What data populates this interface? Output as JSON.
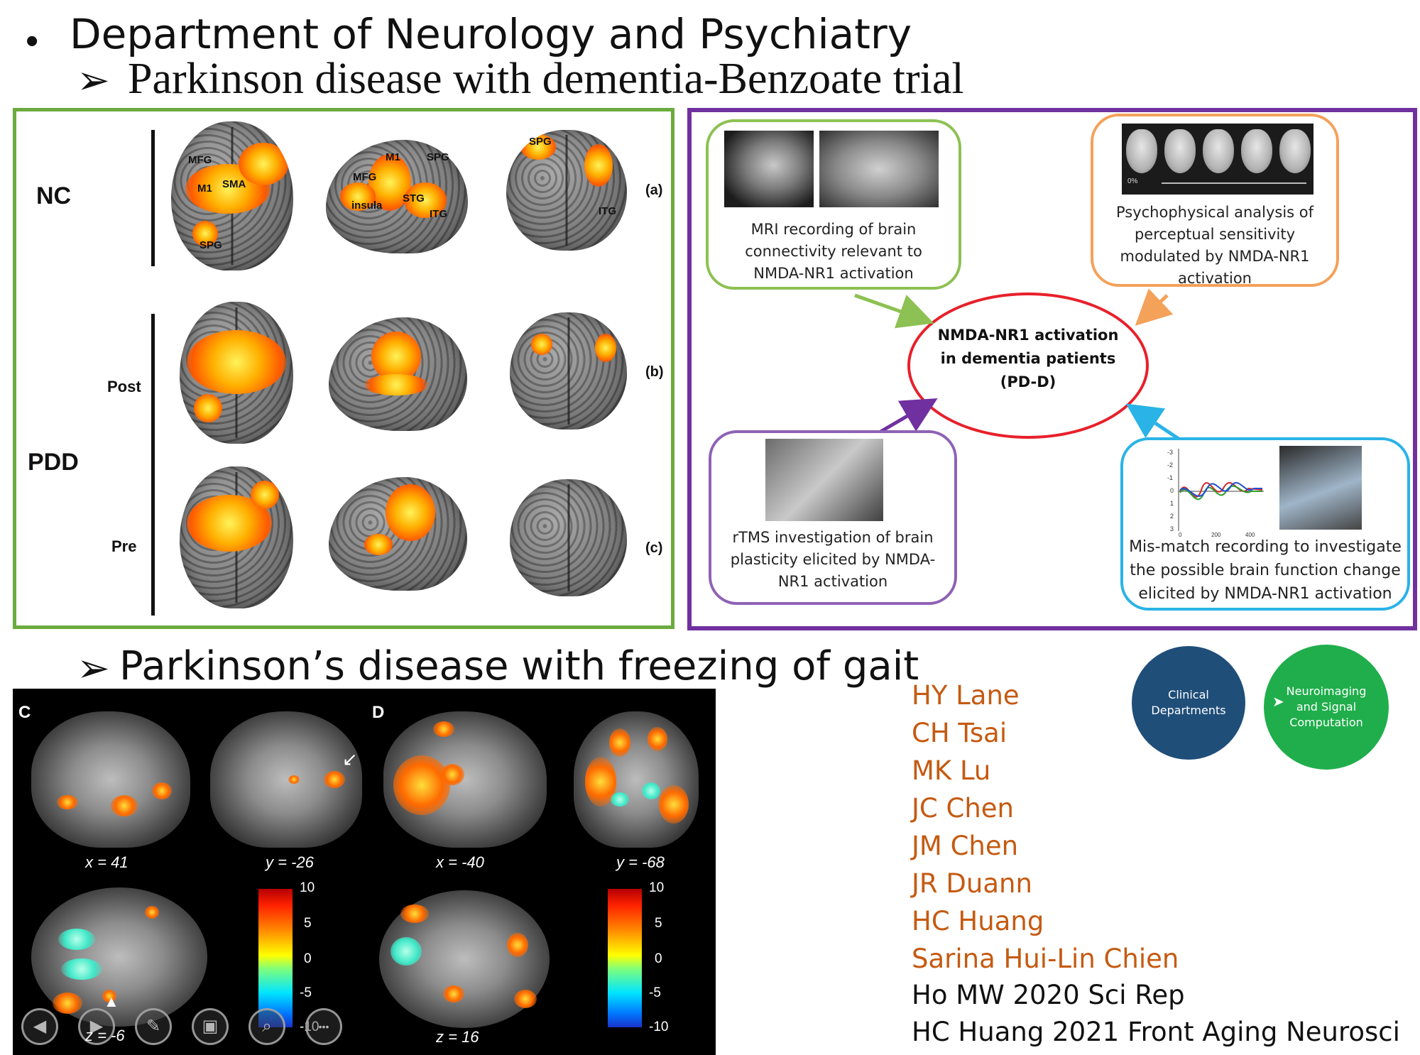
{
  "heading": {
    "bullet": "•",
    "title": "Department of Neurology and Psychiatry",
    "sub_marker": "➢",
    "subtitle1": "Parkinson disease with dementia-Benzoate trial",
    "subtitle2": "Parkinson’s disease with freezing of gait"
  },
  "left_panel": {
    "group_labels": [
      "NC",
      "PDD"
    ],
    "condition_labels": [
      "Post",
      "Pre"
    ],
    "row_tags": [
      "(a)",
      "(b)",
      "(c)"
    ],
    "regions": {
      "top_view": [
        "MFG",
        "M1",
        "SMA",
        "SPG"
      ],
      "lateral_view": [
        "M1",
        "SPG",
        "MFG",
        "STG",
        "insula",
        "ITG"
      ],
      "posterior_view": [
        "SPG",
        "ITG"
      ]
    }
  },
  "right_panel": {
    "bubbles": [
      {
        "caption": [
          "MRI recording of brain",
          "connectivity relevant to",
          "NMDA-NR1 activation"
        ],
        "color": "#8dc153"
      },
      {
        "caption": [
          "Psychophysical analysis of",
          "perceptual sensitivity",
          "modulated by NMDA-NR1",
          "activation"
        ],
        "color": "#f4a15a",
        "slider_label": "0%"
      },
      {
        "caption": [
          "rTMS investigation of brain",
          "plasticity elicited by NMDA-",
          "NR1 activation"
        ],
        "color": "#8e62b5"
      },
      {
        "caption": [
          "Mis-match recording to investigate",
          "the possible brain function change",
          "elicited by NMDA-NR1 activation"
        ],
        "color": "#2ab3e6",
        "erp_ticks": [
          "-3",
          "-2",
          "-1",
          "0",
          "1",
          "2",
          "3"
        ],
        "erp_x_ticks": [
          "0",
          "200",
          "400"
        ]
      }
    ],
    "center": [
      "NMDA-NR1 activation",
      "in dementia patients",
      "(PD-D)"
    ]
  },
  "mri_panel": {
    "letters": [
      "C",
      "D"
    ],
    "coords": [
      "x = 41",
      "y = -26",
      "x = -40",
      "y = -68",
      "z = -6",
      "z = 16"
    ],
    "colorbar_ticks": [
      "10",
      "5",
      "0",
      "-5",
      "-10"
    ],
    "controls": [
      "◀",
      "▶",
      "✎",
      "▣",
      "⌕",
      "•••"
    ]
  },
  "authors": [
    "HY Lane",
    "CH Tsai",
    "MK Lu",
    "JC Chen",
    "JM Chen",
    "JR Duann",
    "HC Huang",
    "Sarina Hui-Lin Chien"
  ],
  "references": [
    "Ho MW 2020 Sci Rep",
    "HC Huang 2021 Front Aging Neurosci"
  ],
  "circles": [
    {
      "label": "Clinical Departments",
      "lines": [
        "Clinical",
        "Departments"
      ],
      "color": "#1f4e79"
    },
    {
      "label": "Neuroimaging and Signal Computation",
      "lines": [
        "Neuroimaging",
        "and Signal",
        "Computation"
      ],
      "color": "#1fae4b"
    }
  ],
  "colors": {
    "green_border": "#6bab3e",
    "purple_border": "#7030a0",
    "author_text": "#c55a11",
    "center_ellipse": "#e8202a"
  }
}
